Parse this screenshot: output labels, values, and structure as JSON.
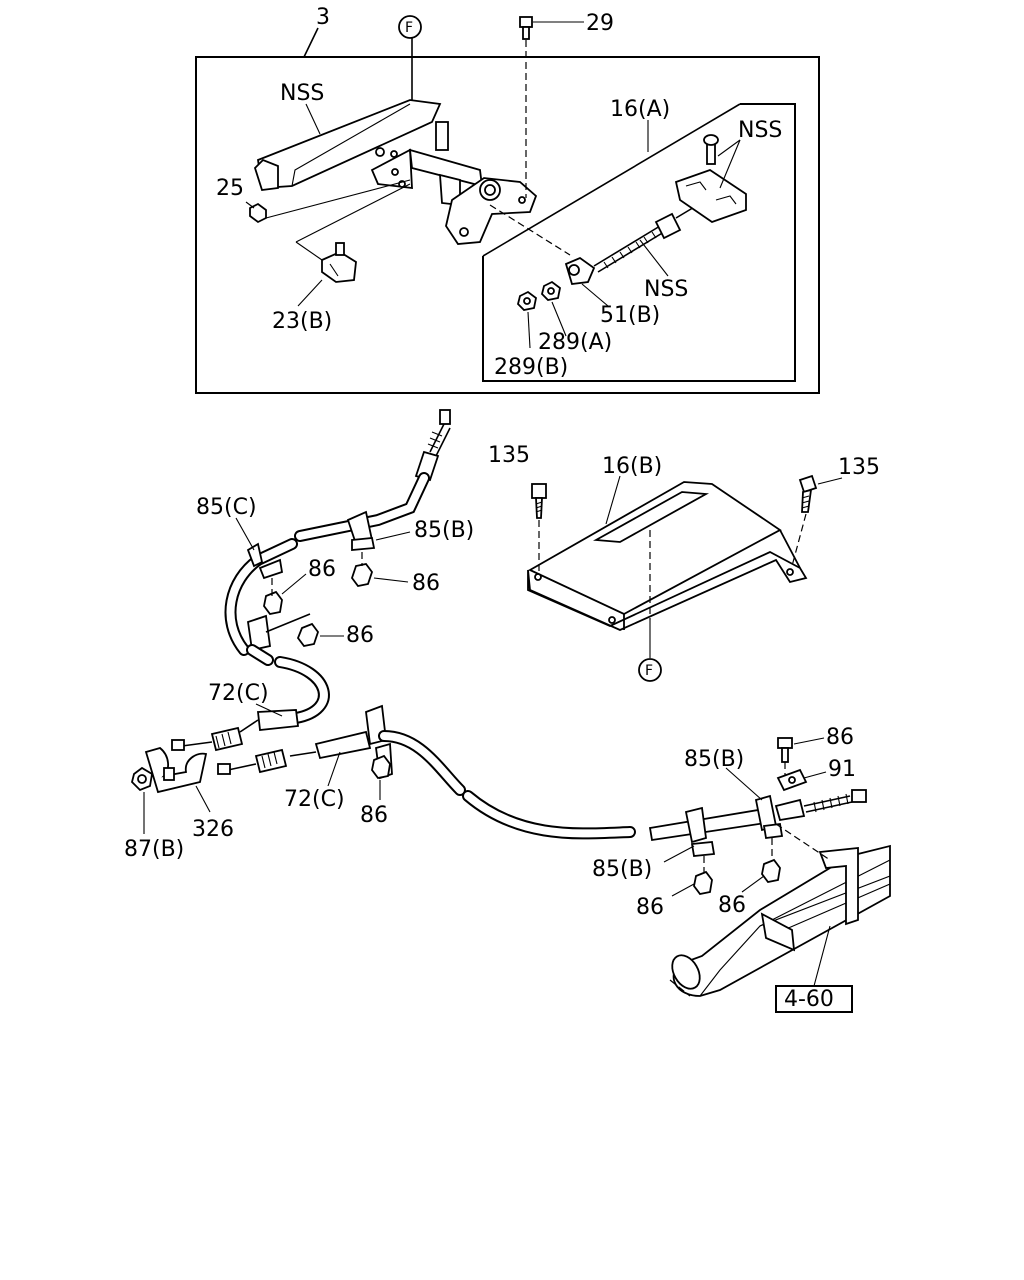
{
  "labels": {
    "l3": "3",
    "lF_top": "F",
    "l29": "29",
    "lNSS_lever": "NSS",
    "l16A": "16(A)",
    "lNSS_bracket": "NSS",
    "l25": "25",
    "lNSS_rod": "NSS",
    "l51B": "51(B)",
    "l23B": "23(B)",
    "l289A": "289(A)",
    "l289B": "289(B)",
    "l135_left": "135",
    "l16B": "16(B)",
    "l135_right": "135",
    "l85C": "85(C)",
    "l85B_top": "85(B)",
    "l86_a": "86",
    "l86_b": "86",
    "l86_c": "86",
    "lF_bottom": "F",
    "l72C_top": "72(C)",
    "l72C_mid": "72(C)",
    "l86_d": "86",
    "l326": "326",
    "l87B": "87(B)",
    "l85B_right": "85(B)",
    "l86_e": "86",
    "l91": "91",
    "l85B_bottom": "85(B)",
    "l86_f": "86",
    "l86_g": "86",
    "ref_4_60": "4-60"
  }
}
